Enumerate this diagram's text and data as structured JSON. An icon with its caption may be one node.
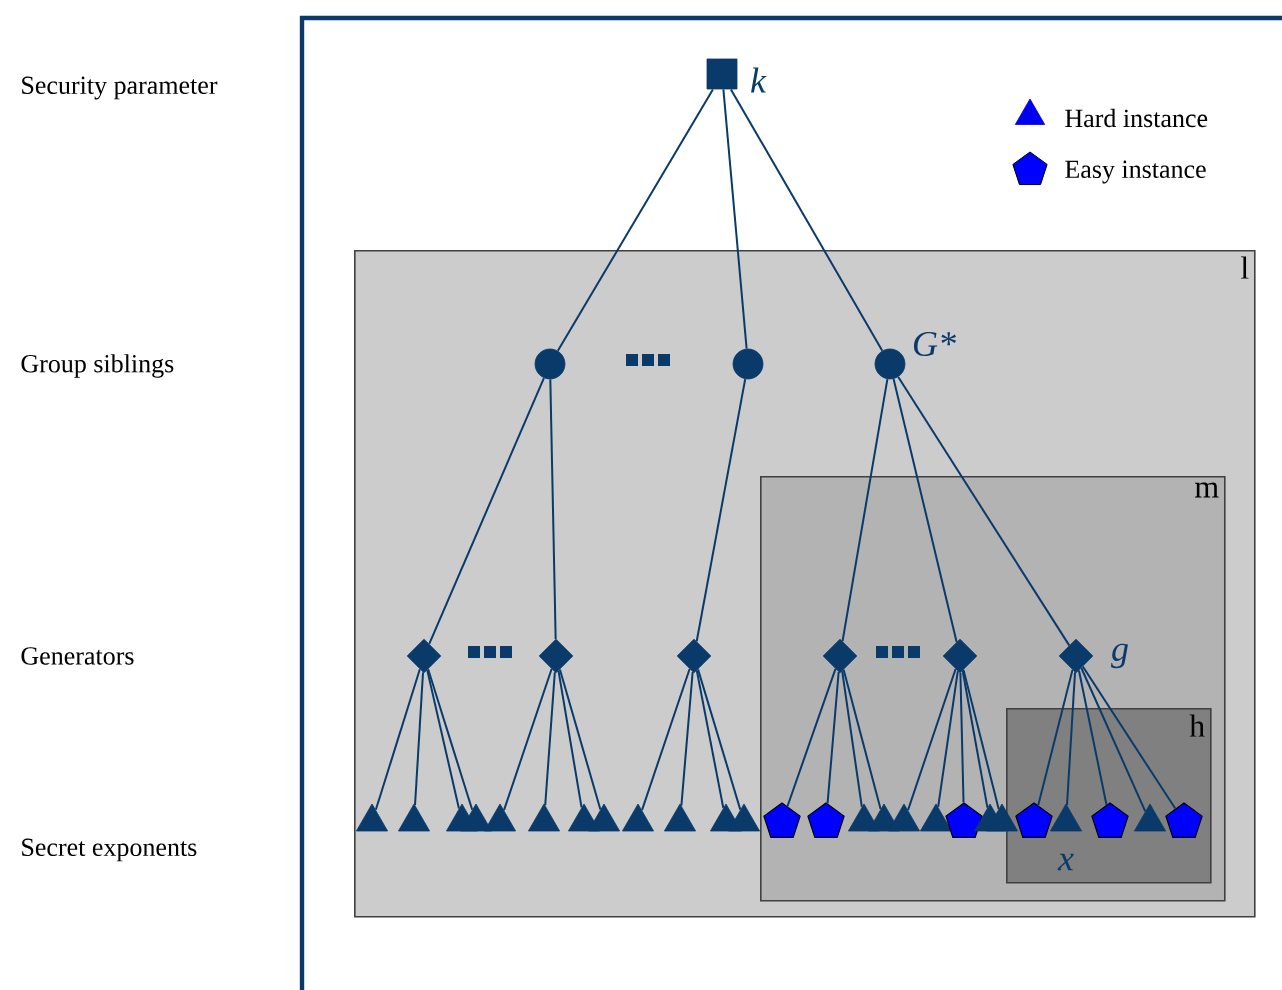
{
  "diagram": {
    "nodes": [
      {
        "text": [],
        "shape": "square",
        "beside": [
          "k"
        ]
      },
      {
        "text": [
          "l"
        ]
      },
      {
        "text": [
          "m"
        ],
        "in": 1
      },
      {
        "text": [
          "h"
        ],
        "in": 2
      },
      {
        "text": [],
        "shape": "circle",
        "in": 1
      },
      {
        "text": [],
        "shape": "circle",
        "in": 1
      },
      {
        "text": [],
        "shape": "circle",
        "in": 1,
        "beside": [
          "G*"
        ]
      },
      {
        "text": [],
        "shape": "diamond",
        "in": 1
      },
      {
        "text": [],
        "shape": "diamond",
        "in": 1
      },
      {
        "text": [],
        "shape": "diamond",
        "in": 1
      },
      {
        "text": [],
        "shape": "diamond",
        "in": 2
      },
      {
        "text": [],
        "shape": "diamond",
        "in": 2
      },
      {
        "text": [],
        "shape": "diamond",
        "in": 2,
        "beside": [
          "g"
        ]
      },
      {
        "text": [],
        "shape": "triangle",
        "in": 1
      },
      {
        "text": [],
        "shape": "triangle",
        "in": 1
      },
      {
        "text": [],
        "shape": "triangle",
        "in": 1
      },
      {
        "text": [],
        "shape": "triangle",
        "in": 1
      },
      {
        "text": [],
        "shape": "triangle",
        "in": 1
      },
      {
        "text": [],
        "shape": "triangle",
        "in": 1
      },
      {
        "text": [],
        "shape": "triangle",
        "in": 1
      },
      {
        "text": [],
        "shape": "triangle",
        "in": 1
      },
      {
        "text": [],
        "shape": "triangle",
        "in": 1
      },
      {
        "text": [],
        "shape": "triangle",
        "in": 1
      },
      {
        "text": [],
        "shape": "triangle",
        "in": 1
      },
      {
        "text": [],
        "shape": "triangle",
        "in": 1
      },
      {
        "text": [],
        "shape": "pentagon",
        "in": 2
      },
      {
        "text": [],
        "shape": "pentagon",
        "in": 2
      },
      {
        "text": [],
        "shape": "triangle",
        "in": 2
      },
      {
        "text": [],
        "shape": "triangle",
        "in": 2
      },
      {
        "text": [],
        "shape": "triangle",
        "in": 2
      },
      {
        "text": [],
        "shape": "triangle",
        "in": 2
      },
      {
        "text": [],
        "shape": "pentagon",
        "in": 2
      },
      {
        "text": [],
        "shape": "triangle",
        "in": 2
      },
      {
        "text": [],
        "shape": "triangle",
        "in": 2
      },
      {
        "text": [],
        "shape": "pentagon",
        "in": 3
      },
      {
        "text": [],
        "shape": "triangle",
        "in": 3,
        "beside": [
          "x"
        ]
      },
      {
        "text": [],
        "shape": "pentagon",
        "in": 3
      },
      {
        "text": [],
        "shape": "triangle",
        "in": 3
      },
      {
        "text": [],
        "shape": "pentagon",
        "in": 3
      }
    ],
    "edges": [
      {
        "from": 0,
        "to": 4,
        "arrow": "none"
      },
      {
        "from": 0,
        "to": 5,
        "arrow": "none"
      },
      {
        "from": 0,
        "to": 6,
        "arrow": "none"
      },
      {
        "from": 4,
        "to": 7,
        "arrow": "none"
      },
      {
        "from": 4,
        "to": 8,
        "arrow": "none"
      },
      {
        "from": 5,
        "to": 9,
        "arrow": "none"
      },
      {
        "from": 6,
        "to": 10,
        "arrow": "none"
      },
      {
        "from": 6,
        "to": 11,
        "arrow": "none"
      },
      {
        "from": 6,
        "to": 12,
        "arrow": "none"
      },
      {
        "from": 7,
        "to": 13,
        "arrow": "none"
      },
      {
        "from": 7,
        "to": 14,
        "arrow": "none"
      },
      {
        "from": 7,
        "to": 15,
        "arrow": "none"
      },
      {
        "from": 7,
        "to": 16,
        "arrow": "none"
      },
      {
        "from": 8,
        "to": 17,
        "arrow": "none"
      },
      {
        "from": 8,
        "to": 18,
        "arrow": "none"
      },
      {
        "from": 8,
        "to": 19,
        "arrow": "none"
      },
      {
        "from": 8,
        "to": 20,
        "arrow": "none"
      },
      {
        "from": 9,
        "to": 21,
        "arrow": "none"
      },
      {
        "from": 9,
        "to": 22,
        "arrow": "none"
      },
      {
        "from": 9,
        "to": 23,
        "arrow": "none"
      },
      {
        "from": 9,
        "to": 24,
        "arrow": "none"
      },
      {
        "from": 10,
        "to": 25,
        "arrow": "none"
      },
      {
        "from": 10,
        "to": 26,
        "arrow": "none"
      },
      {
        "from": 10,
        "to": 27,
        "arrow": "none"
      },
      {
        "from": 10,
        "to": 28,
        "arrow": "none"
      },
      {
        "from": 11,
        "to": 29,
        "arrow": "none"
      },
      {
        "from": 11,
        "to": 30,
        "arrow": "none"
      },
      {
        "from": 11,
        "to": 31,
        "arrow": "none"
      },
      {
        "from": 11,
        "to": 32,
        "arrow": "none"
      },
      {
        "from": 11,
        "to": 33,
        "arrow": "none"
      },
      {
        "from": 12,
        "to": 34,
        "arrow": "none"
      },
      {
        "from": 12,
        "to": 35,
        "arrow": "none"
      },
      {
        "from": 12,
        "to": 36,
        "arrow": "none"
      },
      {
        "from": 12,
        "to": 37,
        "arrow": "none"
      },
      {
        "from": 12,
        "to": 38,
        "arrow": "none"
      }
    ],
    "labels": [
      "Security parameter",
      "Group siblings",
      "Generators",
      "Secret exponents"
    ],
    "legend": [
      {
        "text": "Hard instance"
      },
      {
        "text": "Easy instance"
      }
    ]
  }
}
